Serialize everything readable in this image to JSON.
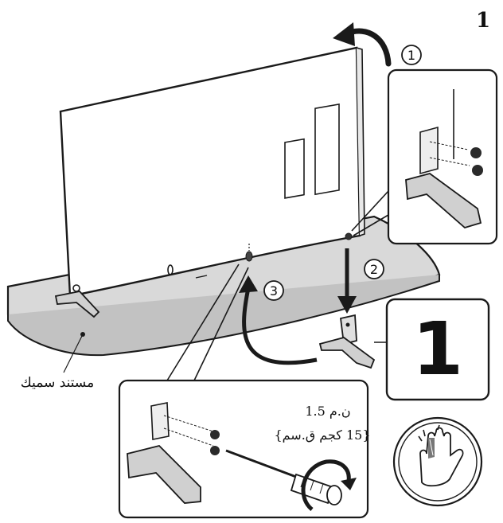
{
  "page_number": "1",
  "steps": [
    {
      "number": "1"
    },
    {
      "number": "2"
    },
    {
      "number": "3"
    }
  ],
  "stand_label": "مستند سميك",
  "torque_line1": "ن.م 1.5",
  "torque_line2": "{15 كجم ق.سم}",
  "quantity_label": "1",
  "colors": {
    "line": "#1a1a1a",
    "mat_fill": "#d9d9d9",
    "stand_fill": "#d0d0d0",
    "screw_fill": "#2a2a2a",
    "hand_stripe": "#333333"
  },
  "icons": [
    "rotate-arrow-icon",
    "down-arrow-icon",
    "curved-arrow-icon",
    "screwdriver-icon",
    "hand-caution-icon"
  ]
}
